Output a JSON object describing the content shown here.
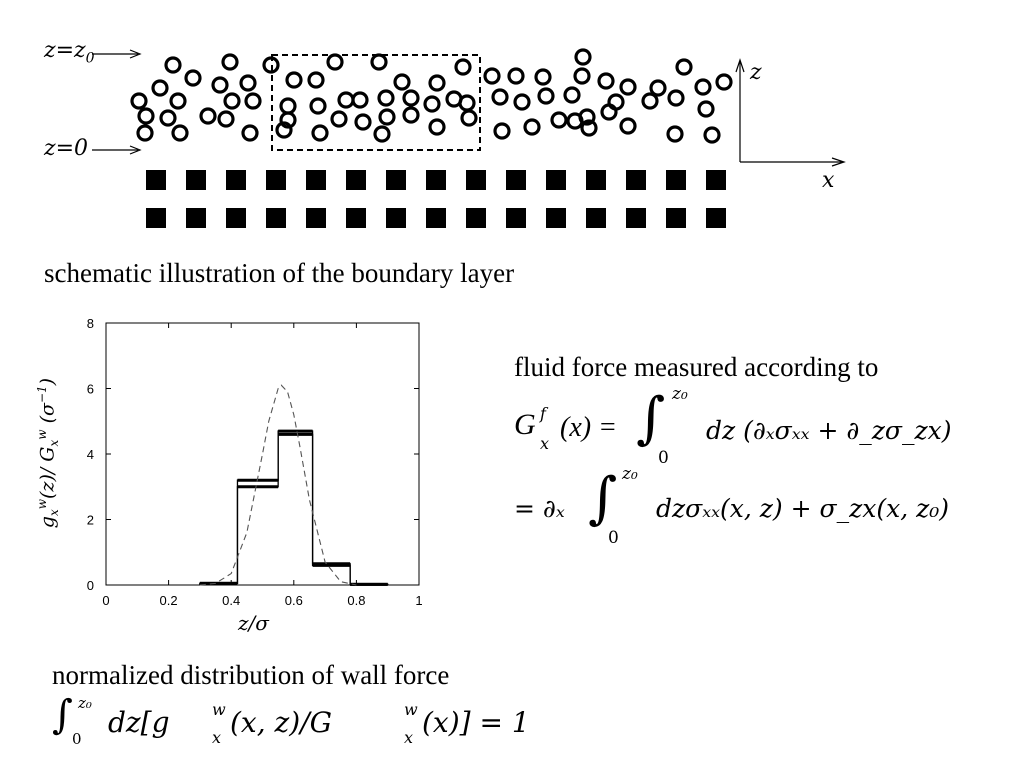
{
  "schematic": {
    "label_z0_left": "z=z",
    "label_z0_sub": "0",
    "label_zzero": "z=0",
    "axis_z": "z",
    "axis_x": "x",
    "caption": "schematic illustration of the boundary layer"
  },
  "plot": {
    "ylabel_prefix": "g",
    "ylabel_full": "g_x^w(z) / G_x^w (σ^-1)",
    "xlabel": "z/σ",
    "ytick_labels": [
      "0",
      "2",
      "4",
      "6",
      "8"
    ],
    "xtick_labels": [
      "0",
      "0.2",
      "0.4",
      "0.6",
      "0.8",
      "1"
    ]
  },
  "chart_data": {
    "type": "line",
    "xlabel": "z/σ",
    "ylabel": "g_x^w(z) / G_x^w (σ^-1)",
    "xlim": [
      0,
      1
    ],
    "ylim": [
      0,
      8
    ],
    "grid": false,
    "series": [
      {
        "style": "step-solid",
        "edges": [
          0.3,
          0.42,
          0.55,
          0.66,
          0.78,
          0.9
        ],
        "values": [
          0.05,
          3.0,
          4.6,
          0.6,
          0.02
        ]
      },
      {
        "style": "step-solid",
        "edges": [
          0.3,
          0.42,
          0.55,
          0.66,
          0.78,
          0.9
        ],
        "values": [
          0.05,
          3.2,
          4.7,
          0.65,
          0.02
        ]
      },
      {
        "style": "gaussian-dashed",
        "x": [
          0.3,
          0.35,
          0.4,
          0.45,
          0.5,
          0.52,
          0.55,
          0.56,
          0.58,
          0.6,
          0.62,
          0.65,
          0.7,
          0.75,
          0.8
        ],
        "y": [
          0.0,
          0.05,
          0.35,
          1.6,
          4.0,
          5.0,
          6.0,
          6.1,
          5.9,
          5.2,
          4.2,
          2.6,
          0.7,
          0.1,
          0.0
        ]
      }
    ]
  },
  "fluid_force": {
    "heading": "fluid force measured according to",
    "line1_lhs": "G",
    "line1_lhs_sup": "f",
    "line1_lhs_sub": "x",
    "line1_lhs_arg": "(x) =",
    "line1_rhs": "dz (∂ₓσₓₓ + ∂_zσ_zx)",
    "line2": "= ∂ₓ",
    "line2_rhs": "dzσₓₓ(x, z) + σ_zx(x, z₀)",
    "int_upper": "z₀",
    "int_lower": "0"
  },
  "wall_force": {
    "heading": "normalized distribution of wall force",
    "integrand": "dz[g",
    "equation_tail": "(x, z)/G",
    "equation_end": "(x)] = 1",
    "w": "w",
    "x": "x",
    "int_upper": "z₀",
    "int_lower": "0"
  }
}
